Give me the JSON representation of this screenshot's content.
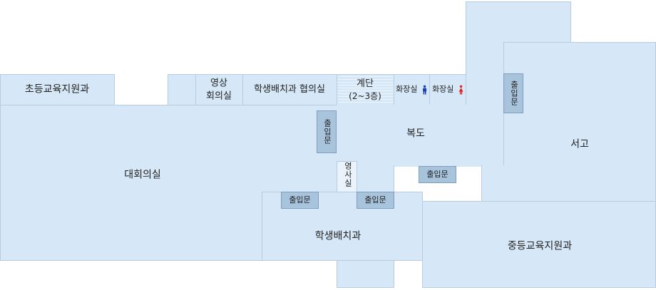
{
  "rooms": {
    "elementary_support": "초등교육지원과",
    "video_conference": [
      "영상",
      "회의실"
    ],
    "placement_meeting": "학생배치과 협의실",
    "stairs": [
      "계단",
      "(2~3층)"
    ],
    "restroom_male": "화장실",
    "restroom_female": "화장실",
    "conference_hall": "대회의실",
    "corridor": "복도",
    "projection_room": "영사실",
    "student_placement": "학생배치과",
    "library": "서고",
    "secondary_support": "중등교육지원과"
  },
  "doors": {
    "entrance_label": "출입문"
  },
  "icons": {
    "male": "male-restroom-icon",
    "female": "female-restroom-icon"
  },
  "colors": {
    "room_fill": "#d6e7f7",
    "door_fill": "#a8c3dc",
    "male_icon": "#1a3fb5",
    "female_icon": "#e01e1e"
  }
}
